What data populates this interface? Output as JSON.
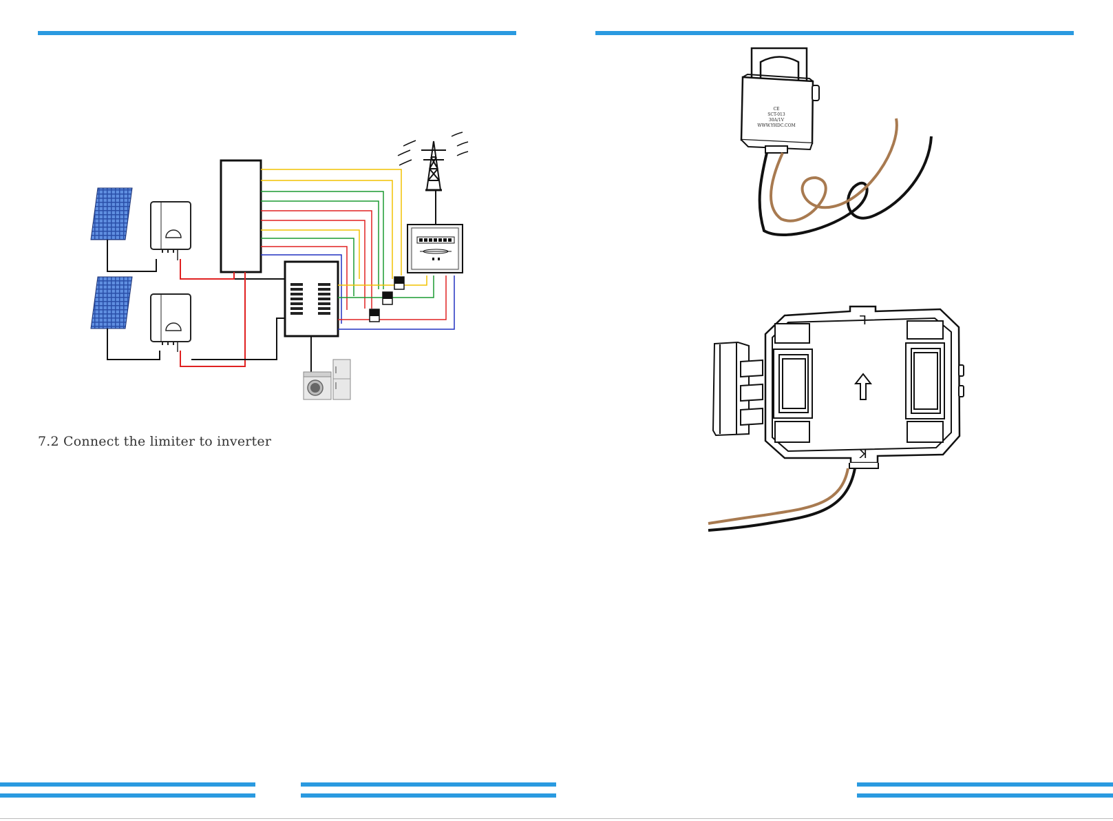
{
  "left_page": {
    "section_heading": "7.2 Connect the limiter to inverter"
  },
  "colors": {
    "rule_blue": "#2a9ae0",
    "wire_yellow": "#f2c200",
    "wire_green": "#1a9a30",
    "wire_red": "#e02020",
    "wire_blue": "#2030c0",
    "wire_brown": "#a87a50",
    "wire_black": "#111111"
  },
  "figures": {
    "system_diagram": {
      "icons": [
        "solar-panel-icon",
        "inverter-icon",
        "distribution-box-icon",
        "breaker-panel-icon",
        "utility-meter-icon",
        "transmission-tower-icon",
        "washing-machine-icon",
        "refrigerator-icon",
        "ct-clamp-icon"
      ]
    },
    "ct_sensor_side": {
      "label_lines": [
        "CE",
        "SCT-013",
        "30A/1V",
        "WWW.YHDC.COM"
      ]
    },
    "ct_sensor_top": {
      "marks": [
        "L",
        "K"
      ]
    }
  }
}
